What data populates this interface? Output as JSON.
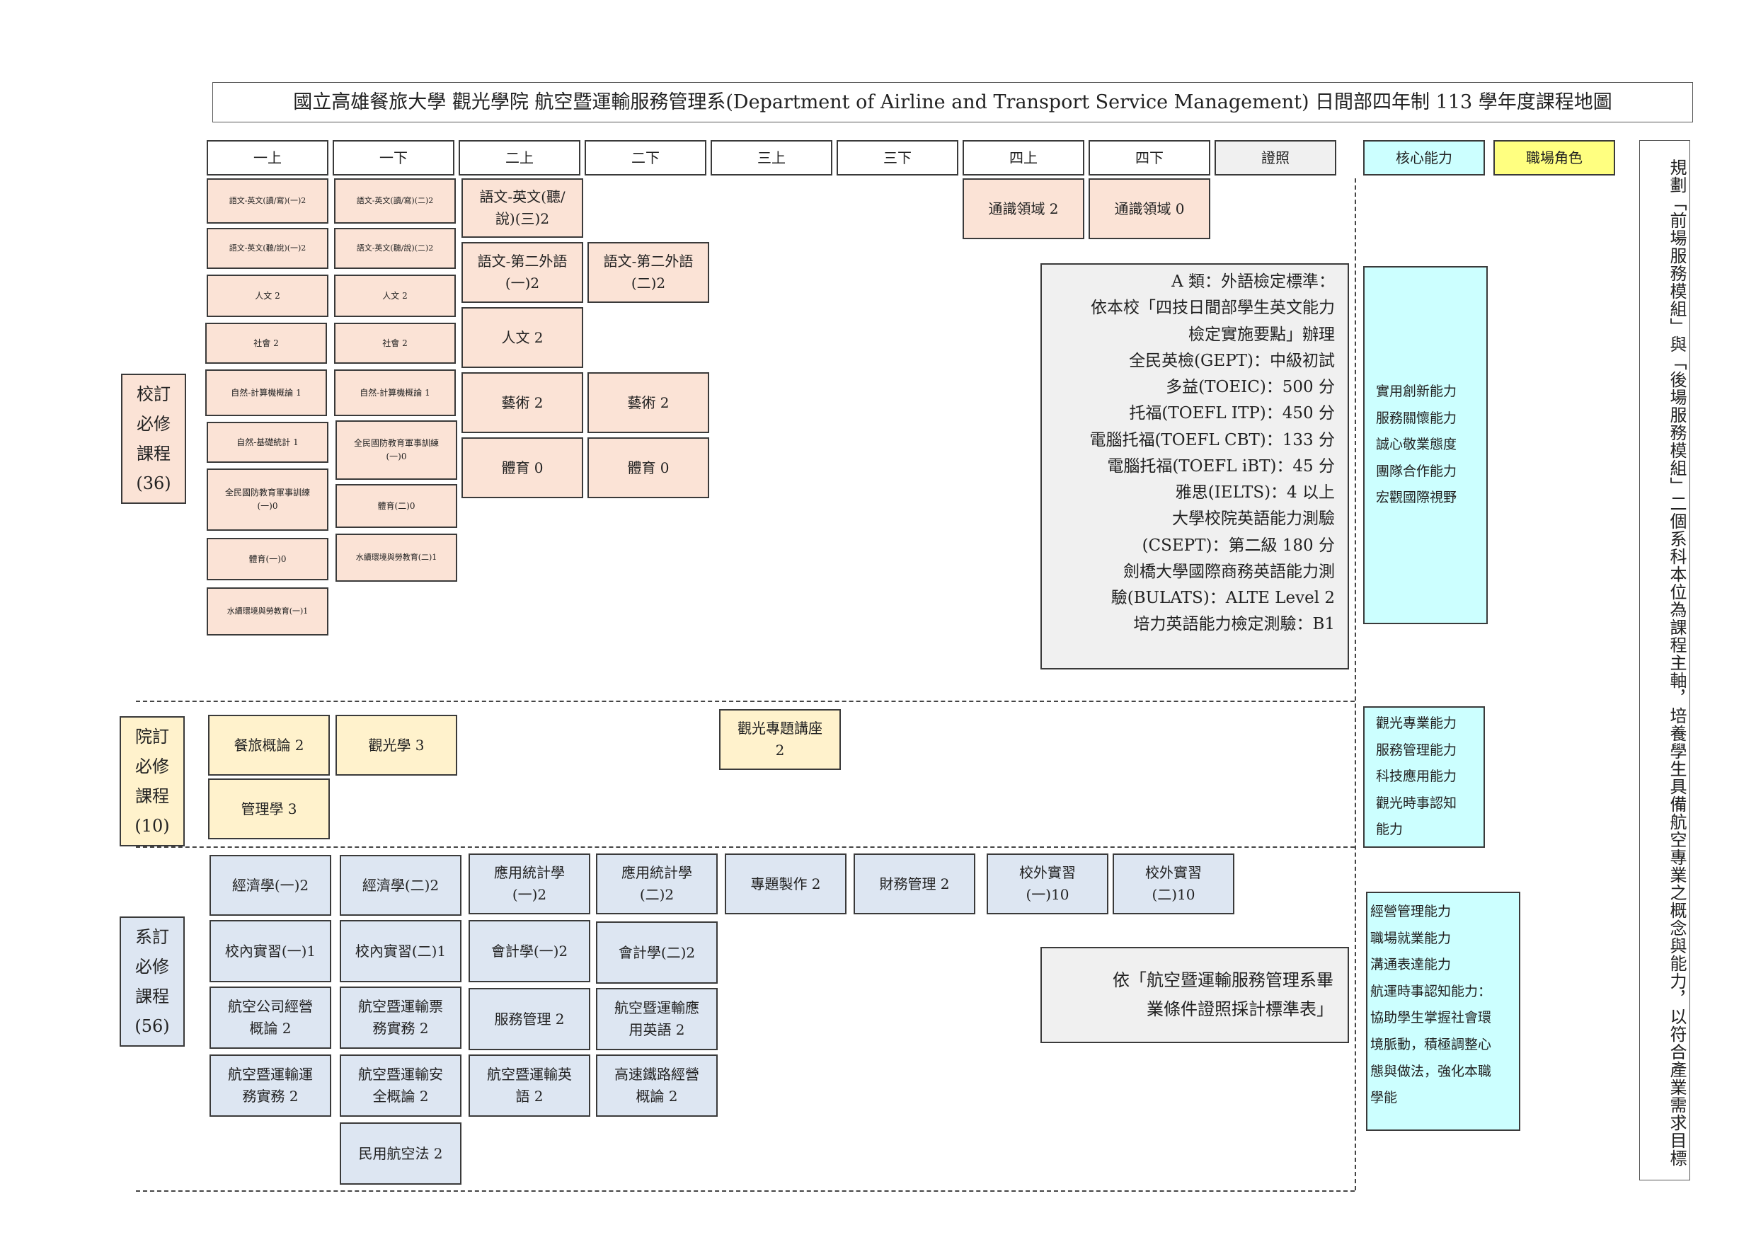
{
  "title": "國立高雄餐旅大學  觀光學院  航空暨運輸服務管理系(Department of Airline and Transport Service Management)  日間部四年制  113 學年度課程地圖",
  "headers": {
    "y1a": "一上",
    "y1b": "一下",
    "y2a": "二上",
    "y2b": "二下",
    "y3a": "三上",
    "y3b": "三下",
    "y4a": "四上",
    "y4b": "四下",
    "cert": "證照",
    "core": "核心能力",
    "role": "職場角色"
  },
  "categories": {
    "school": "校訂\n必修\n課程\n(36)",
    "college": "院訂\n必修\n課程\n(10)",
    "dept": "系訂\n必修\n課程\n(56)"
  },
  "school_courses": {
    "c1": "語文-英文(讀/寫)(一)2",
    "c2": "語文-英文(聽/說)(一)2",
    "c3": "人文 2",
    "c4": "社會 2",
    "c5": "自然-計算機概論 1",
    "c6": "自然-基礎統計 1",
    "c7": "全民國防教育軍事訓練\n(一)0",
    "c8": "體育(一)0",
    "c9": "水續環境與勞教育(一)1",
    "c10": "語文-英文(讀/寫)(二)2",
    "c11": "語文-英文(聽/說)(二)2",
    "c12": "人文 2",
    "c13": "社會 2",
    "c14": "自然-計算機概論 1",
    "c15": "全民國防教育軍事訓練\n(一)0",
    "c16": "體育(二)0",
    "c17": "水續環境與勞教育(二)1",
    "c18": "語文-英文(聽/\n說)(三)2",
    "c19": "語文-第二外語\n(一)2",
    "c20": "人文 2",
    "c21": "藝術 2",
    "c22": "體育 0",
    "c23": "語文-第二外語\n(二)2",
    "c24": "藝術 2",
    "c25": "體育 0",
    "c26": "通識領域 2",
    "c27": "通識領域 0"
  },
  "cert_note_a": "A 類：外語檢定標準：\n依本校「四技日間部學生英文能力\n檢定實施要點」辦理\n全民英檢(GEPT)：中級初試\n多益(TOEIC)：500 分\n托福(TOEFL ITP)：450 分\n電腦托福(TOEFL CBT)：133 分\n電腦托福(TOEFL iBT)：45 分\n雅思(IELTS)：4 以上\n大學校院英語能力測驗\n(CSEPT)：第二級 180 分\n劍橋大學國際商務英語能力測\n驗(BULATS)：ALTE Level 2\n培力英語能力檢定測驗：B1",
  "core_school": "實用創新能力\n服務關懷能力\n誠心敬業態度\n團隊合作能力\n宏觀國際視野",
  "college_courses": {
    "c1": "餐旅概論 2",
    "c2": "管理學 3",
    "c3": "觀光學 3",
    "c4": "觀光專題講座\n2"
  },
  "core_college": "觀光專業能力\n服務管理能力\n科技應用能力\n觀光時事認知\n能力",
  "dept_courses": {
    "c1": "經濟學(一)2",
    "c2": "經濟學(二)2",
    "c3": "應用統計學\n(一)2",
    "c4": "應用統計學\n(二)2",
    "c5": "專題製作 2",
    "c6": "財務管理 2",
    "c7": "校外實習\n(一)10",
    "c8": "校外實習\n(二)10",
    "c9": "校內實習(一)1",
    "c10": "校內實習(二)1",
    "c11": "會計學(一)2",
    "c12": "會計學(二)2",
    "c13": "航空公司經營\n概論 2",
    "c14": "航空暨運輸票\n務實務 2",
    "c15": "服務管理 2",
    "c16": "航空暨運輸應\n用英語 2",
    "c17": "航空暨運輸運\n務實務 2",
    "c18": "航空暨運輸安\n全概論 2",
    "c19": "航空暨運輸英\n語 2",
    "c20": "高速鐵路經營\n概論 2",
    "c21": "民用航空法 2"
  },
  "cert_note_b": "依「航空暨運輸服務管理系畢\n業條件證照採計標準表」",
  "core_dept": "經營管理能力\n職場就業能力\n溝通表達能力\n航運時事認知能力：\n協助學生掌握社會環\n境脈動，積極調整心\n態與做法，強化本職\n學能",
  "role_text": "規劃「前場服務模組」與「後場服務模組」二個系科本位為課程主軸，培養學生具備航空專業之概念與能力，以符合產業需求目標"
}
